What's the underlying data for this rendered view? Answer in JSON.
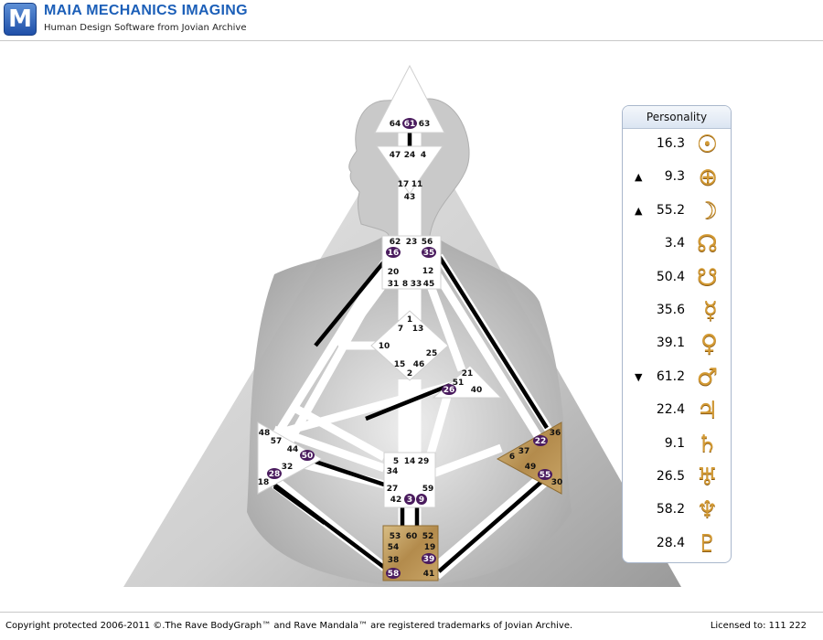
{
  "header": {
    "logo_letter": "M",
    "title": "MAIA MECHANICS IMAGING",
    "subtitle": "Human Design Software from Jovian Archive"
  },
  "colors": {
    "accent": "#1c5fb8",
    "center_defined": "#b5935a",
    "channel_active": "#000000",
    "gate_highlight": "#4a1b5e",
    "glyph": "#d39a34"
  },
  "bodygraph": {
    "gates": {
      "head": [
        "64",
        "61",
        "63"
      ],
      "ajna": [
        "47",
        "24",
        "4",
        "17",
        "11",
        "43"
      ],
      "throat": [
        "62",
        "23",
        "56",
        "16",
        "35",
        "20",
        "12",
        "31",
        "8",
        "33",
        "45"
      ],
      "g_center": [
        "1",
        "7",
        "13",
        "10",
        "25",
        "15",
        "46",
        "2"
      ],
      "ego": [
        "21",
        "51",
        "26",
        "40"
      ],
      "spleen": [
        "48",
        "57",
        "44",
        "50",
        "32",
        "28",
        "18"
      ],
      "sacral": [
        "5",
        "14",
        "29",
        "34",
        "27",
        "59",
        "42",
        "3",
        "9"
      ],
      "solar_plexus": [
        "36",
        "22",
        "6",
        "37",
        "49",
        "55",
        "30"
      ],
      "root": [
        "53",
        "60",
        "52",
        "54",
        "19",
        "38",
        "39",
        "58",
        "41"
      ]
    },
    "highlighted_gates": [
      "61",
      "16",
      "35",
      "26",
      "50",
      "28",
      "3",
      "9",
      "22",
      "55",
      "39",
      "58"
    ]
  },
  "personality": {
    "title": "Personality",
    "rows": [
      {
        "arrow": "",
        "value": "16.3",
        "icon": "sun-icon",
        "glyph": "☉"
      },
      {
        "arrow": "▲",
        "value": "9.3",
        "icon": "earth-icon",
        "glyph": "⊕"
      },
      {
        "arrow": "▲",
        "value": "55.2",
        "icon": "moon-icon",
        "glyph": "☽"
      },
      {
        "arrow": "",
        "value": "3.4",
        "icon": "north-node-icon",
        "glyph": "☊"
      },
      {
        "arrow": "",
        "value": "50.4",
        "icon": "south-node-icon",
        "glyph": "☋"
      },
      {
        "arrow": "",
        "value": "35.6",
        "icon": "mercury-icon",
        "glyph": "☿"
      },
      {
        "arrow": "",
        "value": "39.1",
        "icon": "venus-icon",
        "glyph": "♀"
      },
      {
        "arrow": "▼",
        "value": "61.2",
        "icon": "mars-icon",
        "glyph": "♂"
      },
      {
        "arrow": "",
        "value": "22.4",
        "icon": "jupiter-icon",
        "glyph": "♃"
      },
      {
        "arrow": "",
        "value": "9.1",
        "icon": "saturn-icon",
        "glyph": "♄"
      },
      {
        "arrow": "",
        "value": "26.5",
        "icon": "uranus-icon",
        "glyph": "♅"
      },
      {
        "arrow": "",
        "value": "58.2",
        "icon": "neptune-icon",
        "glyph": "♆"
      },
      {
        "arrow": "",
        "value": "28.4",
        "icon": "pluto-icon",
        "glyph": "♇"
      }
    ]
  },
  "footer": {
    "copyright": "Copyright protected 2006-2011 ©.The Rave BodyGraph™ and Rave Mandala™ are registered trademarks of Jovian Archive.",
    "license": "Licensed to: 111 222"
  }
}
